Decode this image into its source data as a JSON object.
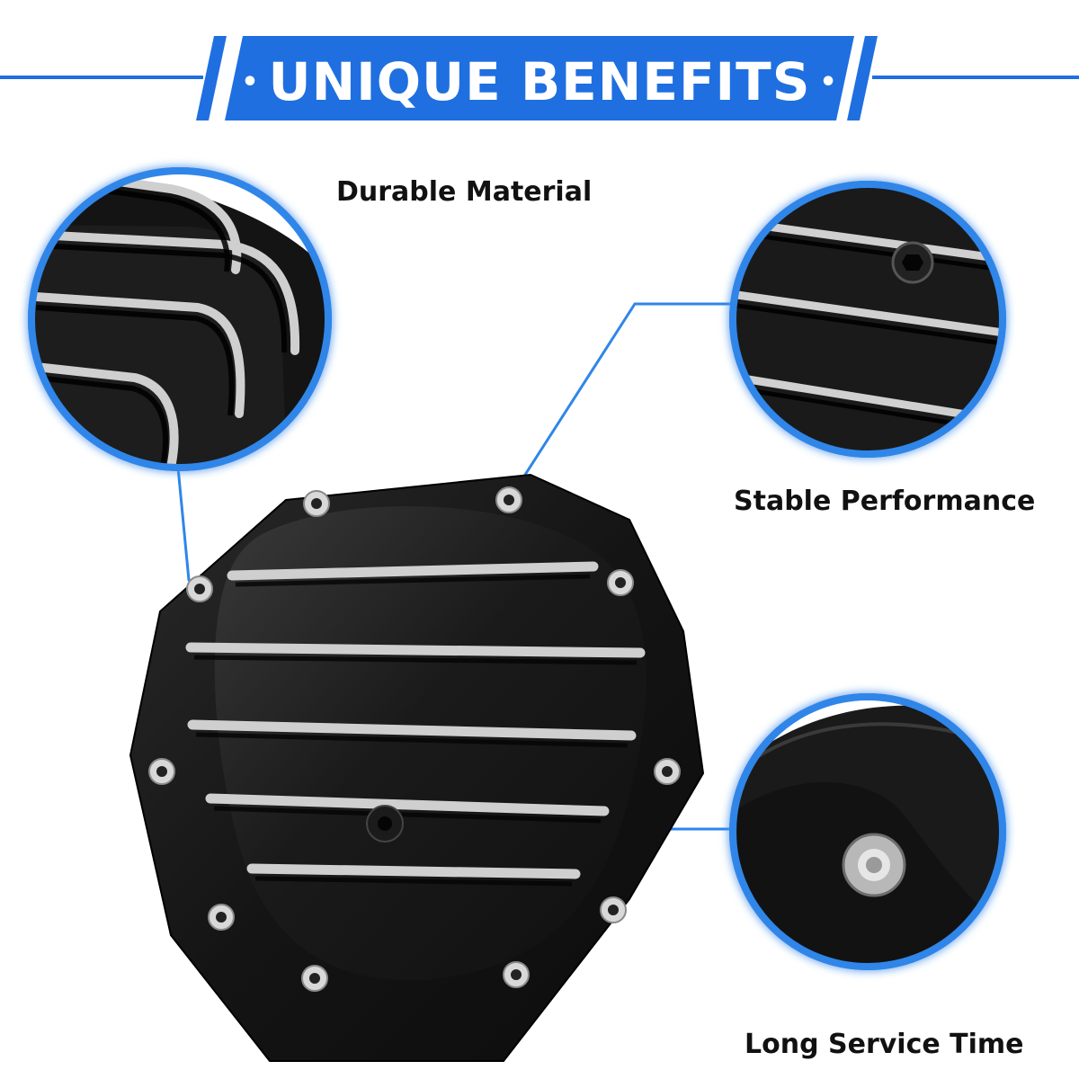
{
  "banner": {
    "title": "UNIQUE BENEFITS",
    "dot_glyph": "•"
  },
  "features": [
    {
      "label": "Durable Material"
    },
    {
      "label": "Stable Performance"
    },
    {
      "label": "Long Service Time"
    }
  ],
  "colors": {
    "accent_blue": "#1f6fe0",
    "line_blue": "#2f86e8",
    "cover_black": "#151515",
    "fin_silver": "#c9c9c9",
    "bolt_silver": "#d8d8d8"
  }
}
